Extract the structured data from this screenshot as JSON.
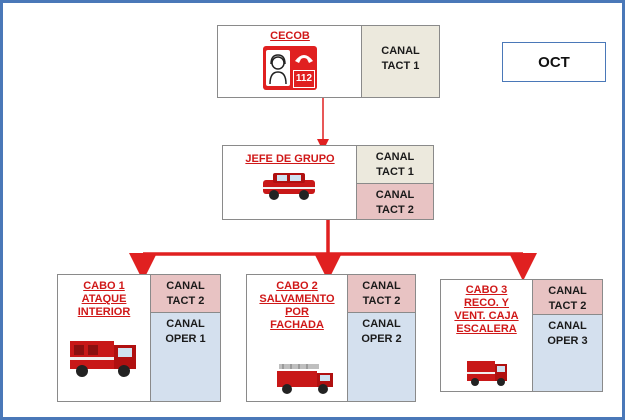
{
  "oct": "OCT",
  "cecob": {
    "title": "CECOB",
    "icon_text": "112",
    "channel": [
      "CANAL",
      "TACT 1"
    ]
  },
  "jefe": {
    "title": "JEFE DE GRUPO",
    "channels": [
      [
        "CANAL",
        "TACT 1"
      ],
      [
        "CANAL",
        "TACT 2"
      ]
    ]
  },
  "cabos": [
    {
      "title": "CABO 1\nATAQUE\nINTERIOR",
      "channels": [
        [
          "CANAL",
          "TACT 2"
        ],
        [
          "CANAL",
          "OPER 1"
        ]
      ]
    },
    {
      "title": "CABO 2\nSALVAMENTO\nPOR\nFACHADA",
      "channels": [
        [
          "CANAL",
          "TACT 2"
        ],
        [
          "CANAL",
          "OPER 2"
        ]
      ]
    },
    {
      "title": "CABO 3\nRECO. Y\nVENT. CAJA\nESCALERA",
      "channels": [
        [
          "CANAL",
          "TACT 2"
        ],
        [
          "CANAL",
          "OPER 3"
        ]
      ]
    }
  ],
  "colors": {
    "frame": "#4a78b8",
    "arrow": "#e02020",
    "label": "#d01818",
    "beige": "#ece9dd",
    "pink": "#e8c3c3",
    "blue": "#d4e0ee"
  }
}
